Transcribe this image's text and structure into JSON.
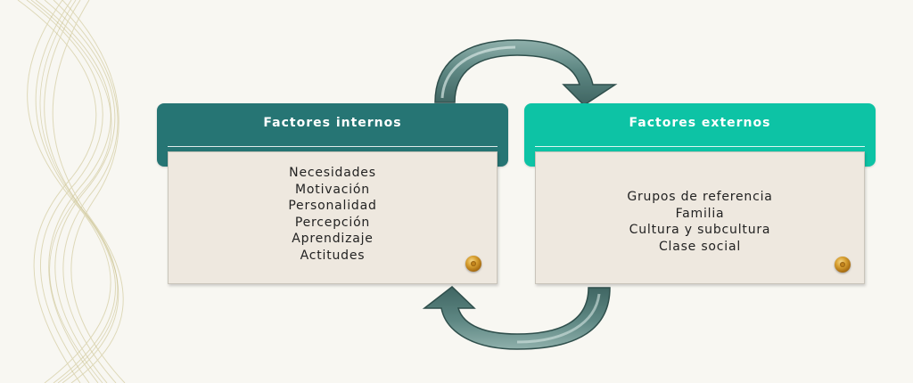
{
  "colors": {
    "internal_header": "#267574",
    "external_header": "#0dc3a5",
    "arrow": "#5b8480",
    "background": "#f8f7f2"
  },
  "internal": {
    "title": "Factores internos",
    "items": [
      "Necesidades",
      "Motivación",
      "Personalidad",
      "Percepción",
      "Aprendizaje",
      "Actitudes"
    ]
  },
  "external": {
    "title": "Factores externos",
    "items": [
      "Grupos de referencia",
      "Familia",
      "Cultura y subcultura",
      "Clase social"
    ]
  }
}
